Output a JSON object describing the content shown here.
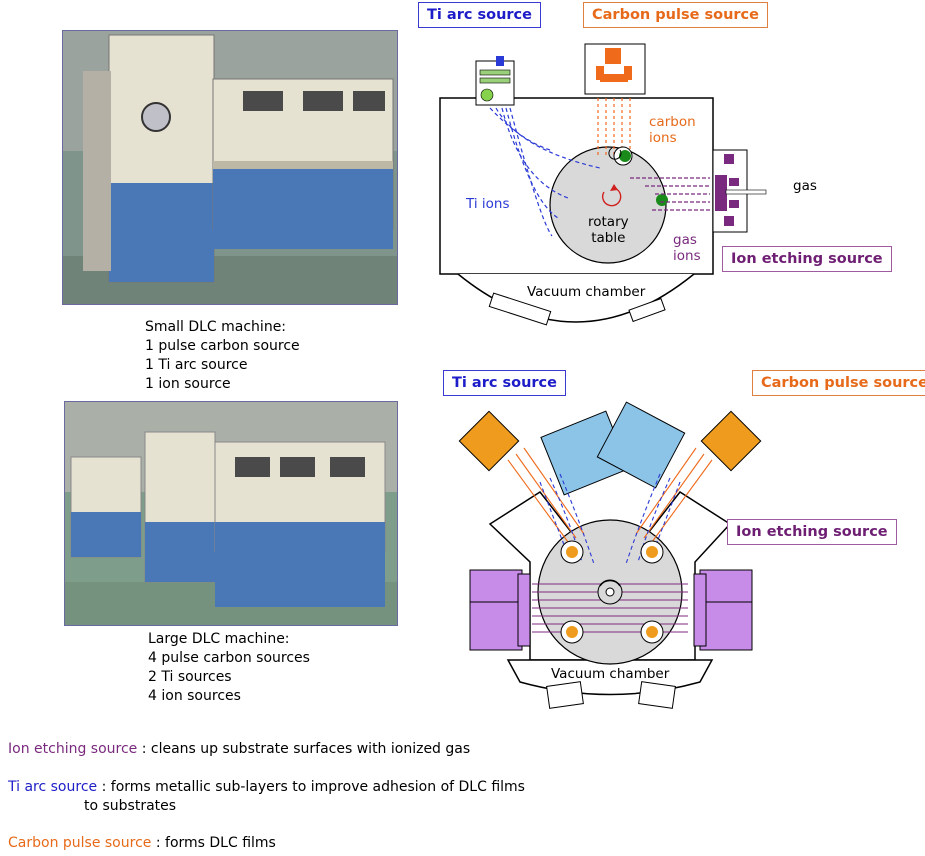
{
  "small_machine": {
    "caption_title": "Small DLC machine:",
    "caption_lines": [
      "1 pulse carbon source",
      "1 Ti arc source",
      "1 ion source"
    ]
  },
  "large_machine": {
    "caption_title": "Large DLC machine:",
    "caption_lines": [
      "4 pulse carbon sources",
      "2 Ti sources",
      "4 ion sources"
    ]
  },
  "top_diagram": {
    "ti_tag": "Ti arc source",
    "carbon_tag": "Carbon pulse source",
    "ion_tag": "Ion etching source",
    "carbon_ions_lines": [
      "carbon",
      "ions"
    ],
    "ti_ions": "Ti ions",
    "rotary_lines": [
      "rotary",
      "table"
    ],
    "gas_ions_lines": [
      "gas",
      "ions"
    ],
    "gas": "gas",
    "vacuum_chamber": "Vacuum chamber"
  },
  "bottom_diagram": {
    "ti_tag": "Ti arc source",
    "carbon_tag": "Carbon pulse source",
    "ion_tag": "Ion etching source",
    "vacuum_chamber": "Vacuum chamber"
  },
  "legend": {
    "ion": {
      "key": "Ion etching source",
      "sep": " : ",
      "text": "cleans up substrate surfaces with ionized gas"
    },
    "ti": {
      "key": "Ti arc source",
      "sep": " : ",
      "text": "forms metallic sub-layers to improve adhesion of DLC films",
      "text2": "to substrates"
    },
    "carbon": {
      "key": "Carbon pulse source",
      "sep": " : ",
      "text": "forms DLC films"
    }
  },
  "colors": {
    "ti": "#1c1cc8",
    "carbon": "#e76a1a",
    "ion": "#6e1f73",
    "chamber_fill": "#d9d9d9",
    "cabinet_blue": "#4a78b6",
    "panel_beige": "#e6e2d2",
    "block_blue": "#8cc4e8",
    "block_purple": "#c78ce8",
    "block_orange": "#ef9b1e"
  },
  "icons": [
    "machine-photo",
    "carbon-pulse-source-icon",
    "ti-arc-source-icon",
    "ion-etching-source-icon",
    "rotary-arrow-icon"
  ]
}
